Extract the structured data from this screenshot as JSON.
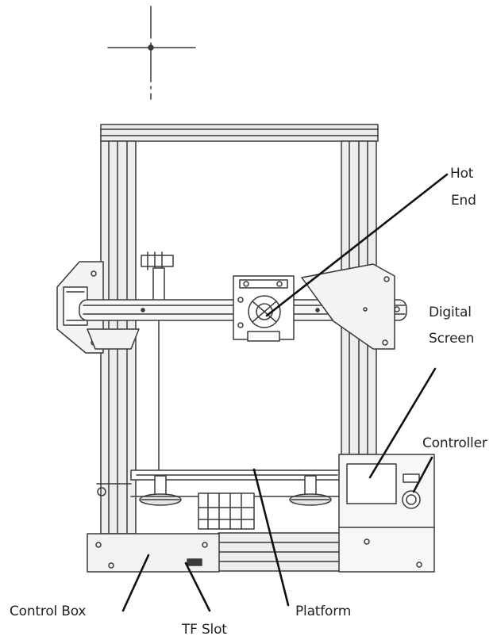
{
  "labels": {
    "hot_end_1": "Hot",
    "hot_end_2": "End",
    "digital_screen_1": "Digital",
    "digital_screen_2": "Screen",
    "controller": "Controller",
    "control_box": "Control Box",
    "tf_slot": "TF Slot",
    "platform": "Platform"
  },
  "colors": {
    "line": "#3a3a3a",
    "frame_fill": "#ededed",
    "leader": "#111111"
  }
}
